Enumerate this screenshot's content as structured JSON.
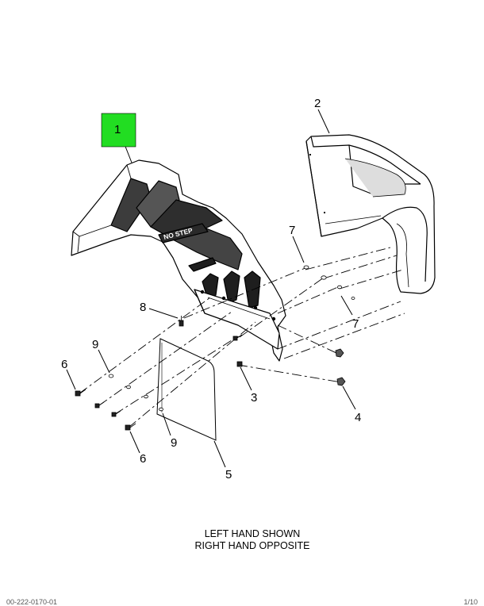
{
  "callouts": {
    "c1": "1",
    "c2": "2",
    "c3": "3",
    "c4": "4",
    "c5": "5",
    "c6a": "6",
    "c6b": "6",
    "c7a": "7",
    "c7b": "7",
    "c8": "8",
    "c9a": "9",
    "c9b": "9"
  },
  "part_label": "NO STEP",
  "caption": {
    "line1": "LEFT HAND SHOWN",
    "line2": "RIGHT HAND OPPOSITE"
  },
  "footer": {
    "left": "00-222-0170-01",
    "right": "1/10"
  },
  "colors": {
    "highlight": "#22dd22",
    "line": "#000000",
    "shade": "#4a4a4a"
  }
}
